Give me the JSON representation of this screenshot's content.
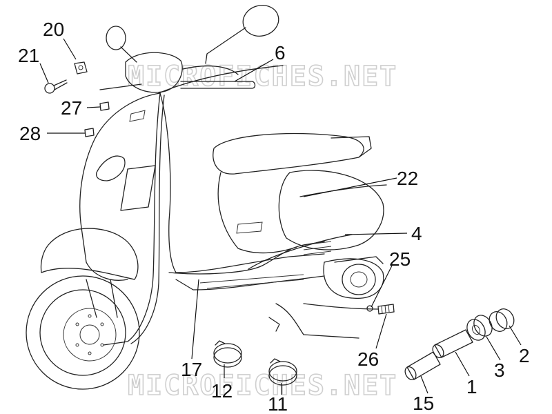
{
  "watermark": "MICROFICHES.NET",
  "callouts": {
    "n1": "1",
    "n2": "2",
    "n3": "3",
    "n4": "4",
    "n6": "6",
    "n11": "11",
    "n12": "12",
    "n15": "15",
    "n17": "17",
    "n20": "20",
    "n21": "21",
    "n22": "22",
    "n25": "25",
    "n26": "26",
    "n27": "27",
    "n28": "28"
  }
}
